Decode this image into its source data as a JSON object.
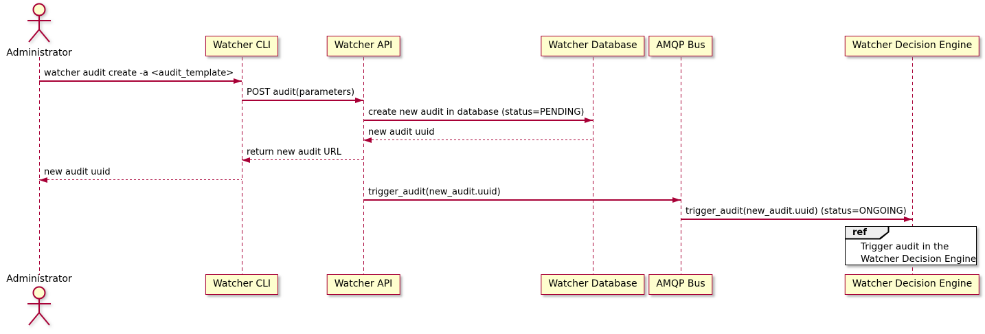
{
  "diagram": {
    "type": "sequence-diagram",
    "actor": {
      "name": "Administrator"
    },
    "participants": [
      {
        "name": "Watcher CLI"
      },
      {
        "name": "Watcher API"
      },
      {
        "name": "Watcher Database"
      },
      {
        "name": "AMQP Bus"
      },
      {
        "name": "Watcher Decision Engine"
      }
    ],
    "messages": [
      {
        "from": "Administrator",
        "to": "Watcher CLI",
        "text": "watcher audit create -a <audit_template>",
        "line": "solid"
      },
      {
        "from": "Watcher CLI",
        "to": "Watcher API",
        "text": "POST audit(parameters)",
        "line": "solid"
      },
      {
        "from": "Watcher API",
        "to": "Watcher Database",
        "text": "create new audit in database (status=PENDING)",
        "line": "solid"
      },
      {
        "from": "Watcher Database",
        "to": "Watcher API",
        "text": "new audit uuid",
        "line": "dashed"
      },
      {
        "from": "Watcher API",
        "to": "Watcher CLI",
        "text": "return new audit URL",
        "line": "dashed"
      },
      {
        "from": "Watcher CLI",
        "to": "Administrator",
        "text": "new audit uuid",
        "line": "dashed"
      },
      {
        "from": "Watcher API",
        "to": "AMQP Bus",
        "text": "trigger_audit(new_audit.uuid)",
        "line": "solid"
      },
      {
        "from": "AMQP Bus",
        "to": "Watcher Decision Engine",
        "text": "trigger_audit(new_audit.uuid) (status=ONGOING)",
        "line": "solid"
      }
    ],
    "ref": {
      "tag": "ref",
      "over": "Watcher Decision Engine",
      "lines": [
        "Trigger audit in the",
        "Watcher Decision Engine"
      ]
    },
    "colors": {
      "participant_fill": "#FEFECE",
      "stroke": "#A80036",
      "text": "#000000",
      "ref_border": "#000000",
      "ref_header_fill": "#EEEEEE",
      "background": "#FFFFFF"
    }
  }
}
